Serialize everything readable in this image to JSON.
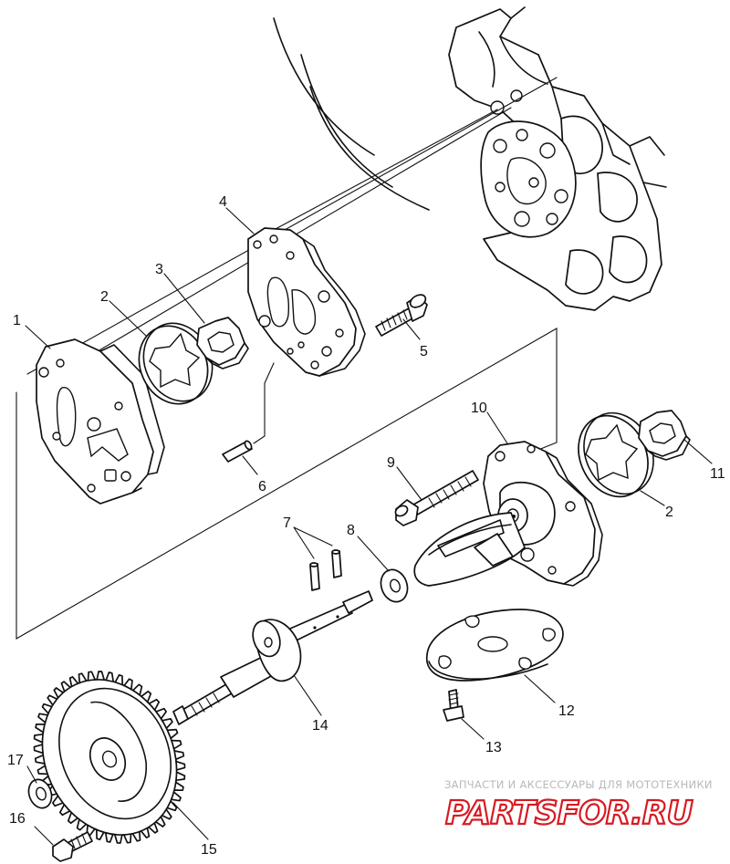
{
  "callouts": {
    "c1": "1",
    "c2a": "2",
    "c2b": "2",
    "c3": "3",
    "c4": "4",
    "c5": "5",
    "c6": "6",
    "c7": "7",
    "c8": "8",
    "c9": "9",
    "c10": "10",
    "c11": "11",
    "c12": "12",
    "c13": "13",
    "c14": "14",
    "c15": "15",
    "c16": "16",
    "c17": "17"
  },
  "watermark": {
    "tagline": "ЗАПЧАСТИ И АКСЕССУАРЫ ДЛЯ МОТОТЕХНИКИ",
    "brand": "PARTSFOR.RU",
    "brand_color": "#d71a22",
    "tagline_color": "#b9b9b9"
  },
  "colors": {
    "ink": "#111111",
    "paper": "#ffffff"
  }
}
